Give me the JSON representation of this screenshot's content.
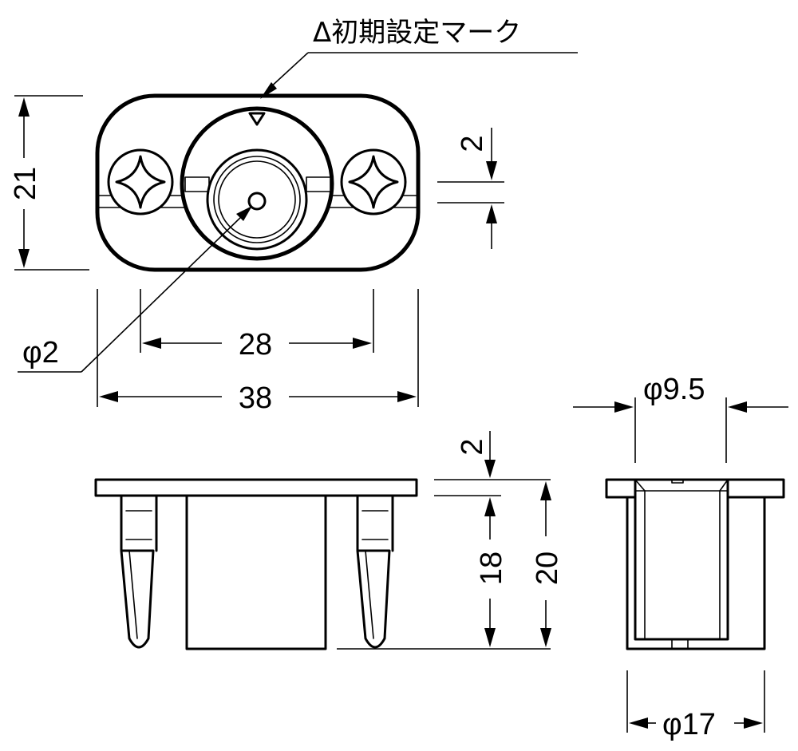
{
  "diagram": {
    "initial_mark_label": "Δ初期設定マーク",
    "dimensions": {
      "height_21": "21",
      "gap_2_top": "2",
      "hole_phi2": "φ2",
      "pitch_28": "28",
      "width_38": "38",
      "diameter_9_5": "φ9.5",
      "flange_2": "2",
      "body_18": "18",
      "total_20": "20",
      "diameter_17": "φ17"
    }
  }
}
